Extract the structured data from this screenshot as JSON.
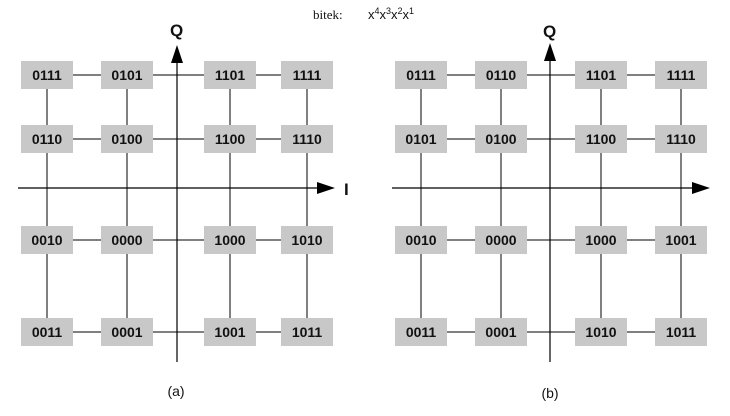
{
  "legend": {
    "label": "bitek:",
    "bits": [
      {
        "base": "x",
        "exp": "4"
      },
      {
        "base": "x",
        "exp": "3"
      },
      {
        "base": "x",
        "exp": "2"
      },
      {
        "base": "x",
        "exp": "1"
      }
    ]
  },
  "colors": {
    "box_fill": "#c8c8c8",
    "line": "#000000",
    "text": "#111111"
  },
  "panels": [
    {
      "id": "a",
      "caption": "(a)",
      "q_label": "Q",
      "i_label": "I",
      "rows": [
        [
          "0111",
          "0101",
          "1101",
          "1111"
        ],
        [
          "0110",
          "0100",
          "1100",
          "1110"
        ],
        [
          "0010",
          "0000",
          "1000",
          "1010"
        ],
        [
          "0011",
          "0001",
          "1001",
          "1011"
        ]
      ]
    },
    {
      "id": "b",
      "caption": "(b)",
      "q_label": "Q",
      "i_label": "",
      "rows": [
        [
          "0111",
          "0110",
          "1101",
          "1111"
        ],
        [
          "0101",
          "0100",
          "1100",
          "1110"
        ],
        [
          "0010",
          "0000",
          "1000",
          "1001"
        ],
        [
          "0011",
          "0001",
          "1010",
          "1011"
        ]
      ]
    }
  ]
}
